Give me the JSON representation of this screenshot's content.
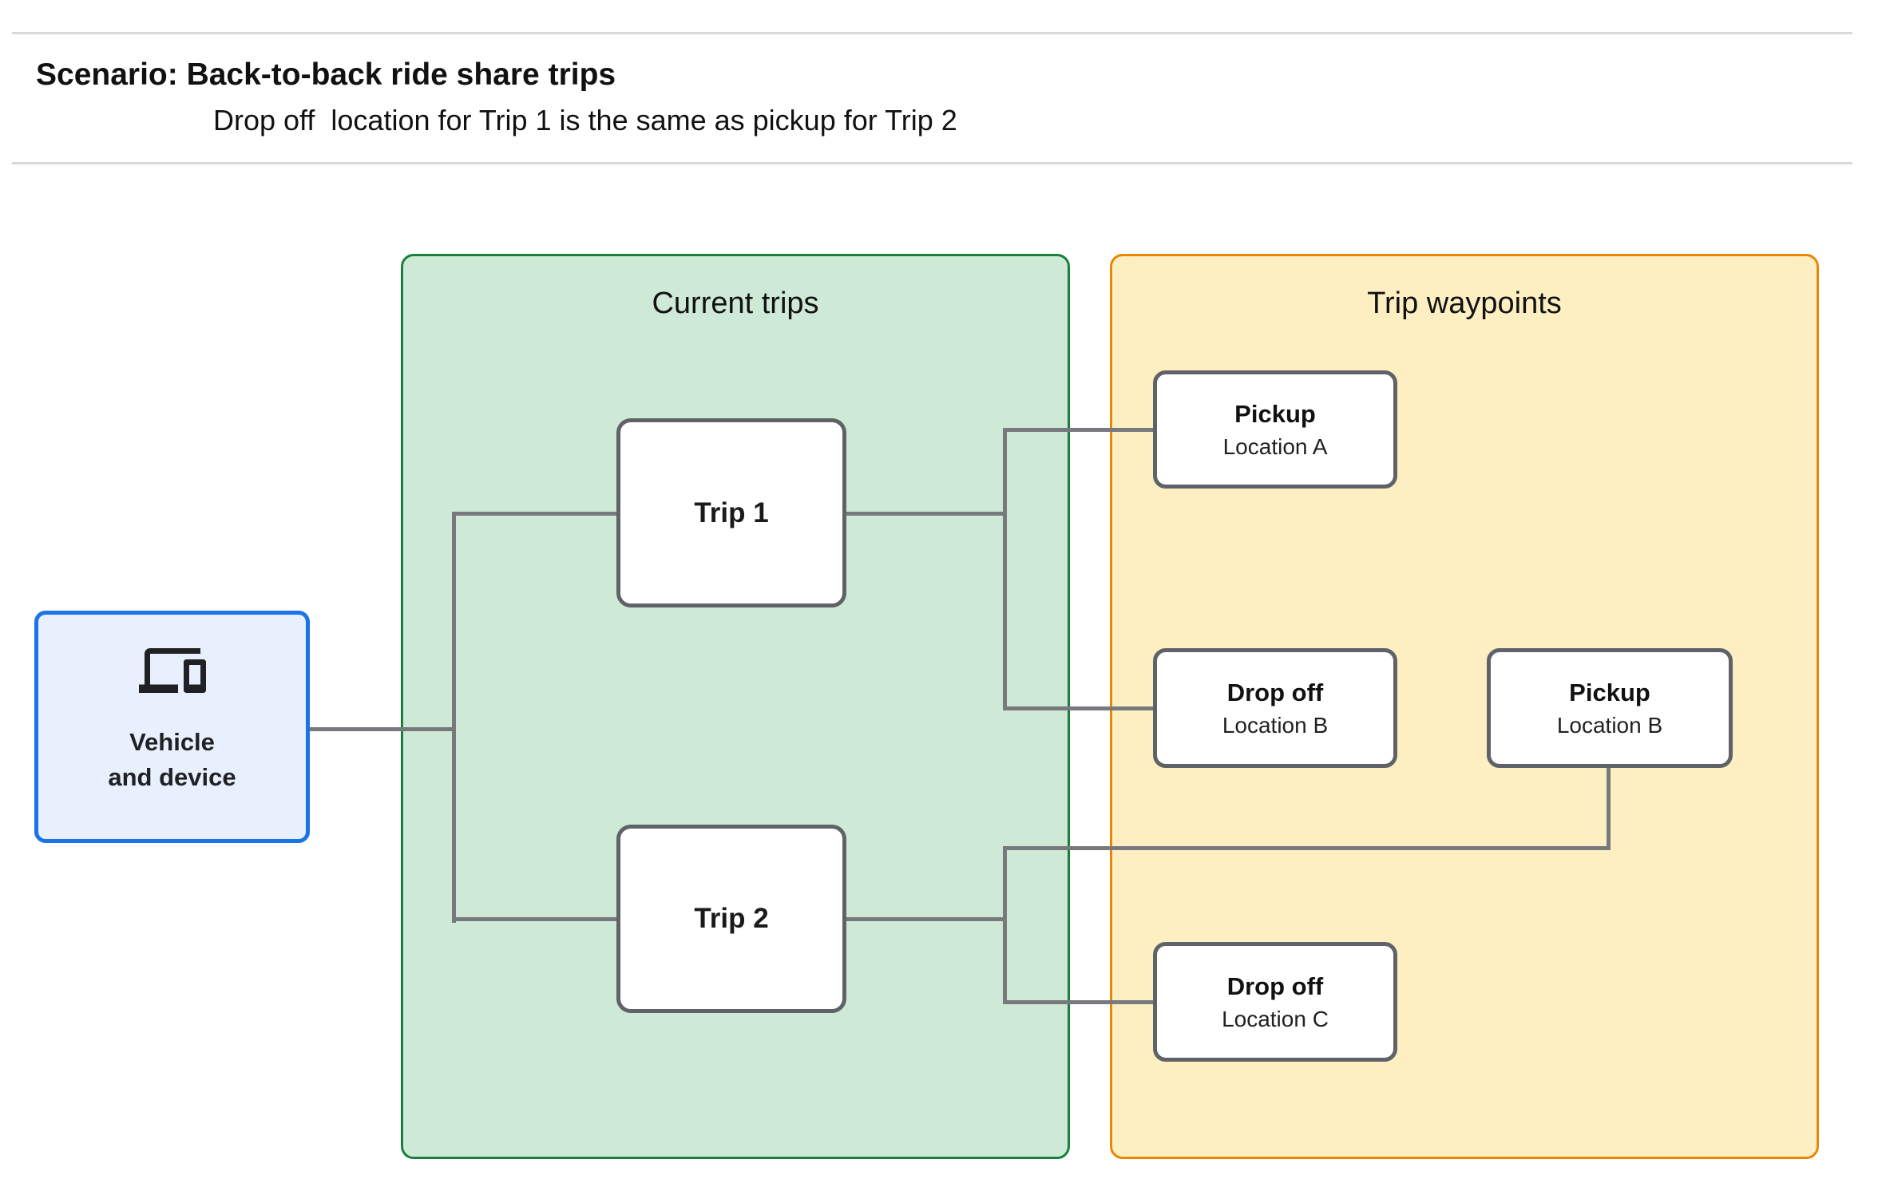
{
  "header": {
    "title": "Scenario: Back-to-back ride share trips",
    "subtitle": "Drop off  location for Trip 1 is the same as pickup for Trip 2"
  },
  "vehicle_node": {
    "icon": "devices-icon",
    "label_line1": "Vehicle",
    "label_line2": "and device"
  },
  "panels": {
    "current_trips": {
      "title": "Current trips",
      "fill": "#ceead6",
      "border": "#188038",
      "nodes": [
        {
          "label": "Trip 1"
        },
        {
          "label": "Trip 2"
        }
      ]
    },
    "trip_waypoints": {
      "title": "Trip waypoints",
      "fill": "#feefc3",
      "border": "#ea8600",
      "nodes": [
        {
          "title": "Pickup",
          "subtitle": "Location A"
        },
        {
          "title": "Drop off",
          "subtitle": "Location B"
        },
        {
          "title": "Pickup",
          "subtitle": "Location B"
        },
        {
          "title": "Drop off",
          "subtitle": "Location C"
        }
      ]
    }
  },
  "colors": {
    "vehicle_fill": "#e8f0fe",
    "vehicle_border": "#1a73e8",
    "node_border": "#5f6368",
    "connector": "#77797c",
    "divider": "#d9d9d9"
  }
}
